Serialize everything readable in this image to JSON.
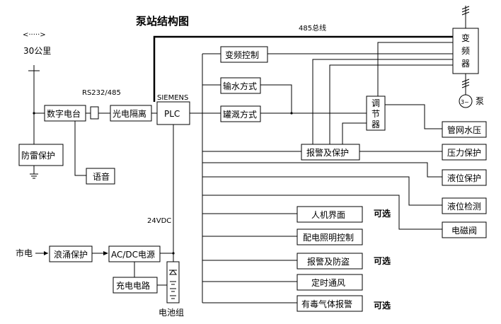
{
  "title": "泵站结构图",
  "labels": {
    "distance_arrow": "<·····>",
    "distance": "30公里",
    "rs232": "RS232/485",
    "siemens": "SIEMENS",
    "bus485": "485总线",
    "v24dc": "24VDC",
    "city_power": "市电",
    "battery": "电池组",
    "pump": "泵",
    "motor_symbol": "3~"
  },
  "boxes": {
    "digital_radio": "数字电台",
    "lightning": "防雷保护",
    "voice": "语音",
    "optical_isolation": "光电隔离",
    "plc": "PLC",
    "vfd_control": "变频控制",
    "water_delivery": "输水方式",
    "tank_mode": "罐溉方式",
    "regulator_chars": [
      "调",
      "节",
      "器"
    ],
    "vfd_chars": [
      "变",
      "频",
      "器"
    ],
    "pipe_pressure": "管网水压",
    "alarm_protect": "报警及保护",
    "pressure_protect": "压力保护",
    "level_protect": "液位保护",
    "level_detect": "液位检测",
    "solenoid": "电磁阀",
    "hmi": "人机界面",
    "lighting_ctrl": "配电照明控制",
    "alarm_antitheft": "报警及防盗",
    "timed_vent": "定时通风",
    "toxic_gas": "有毒气体报警",
    "surge": "浪涌保护",
    "acdc": "AC/DC电源",
    "charger": "充电电路"
  },
  "optional": [
    "可选",
    "可选",
    "可选"
  ]
}
